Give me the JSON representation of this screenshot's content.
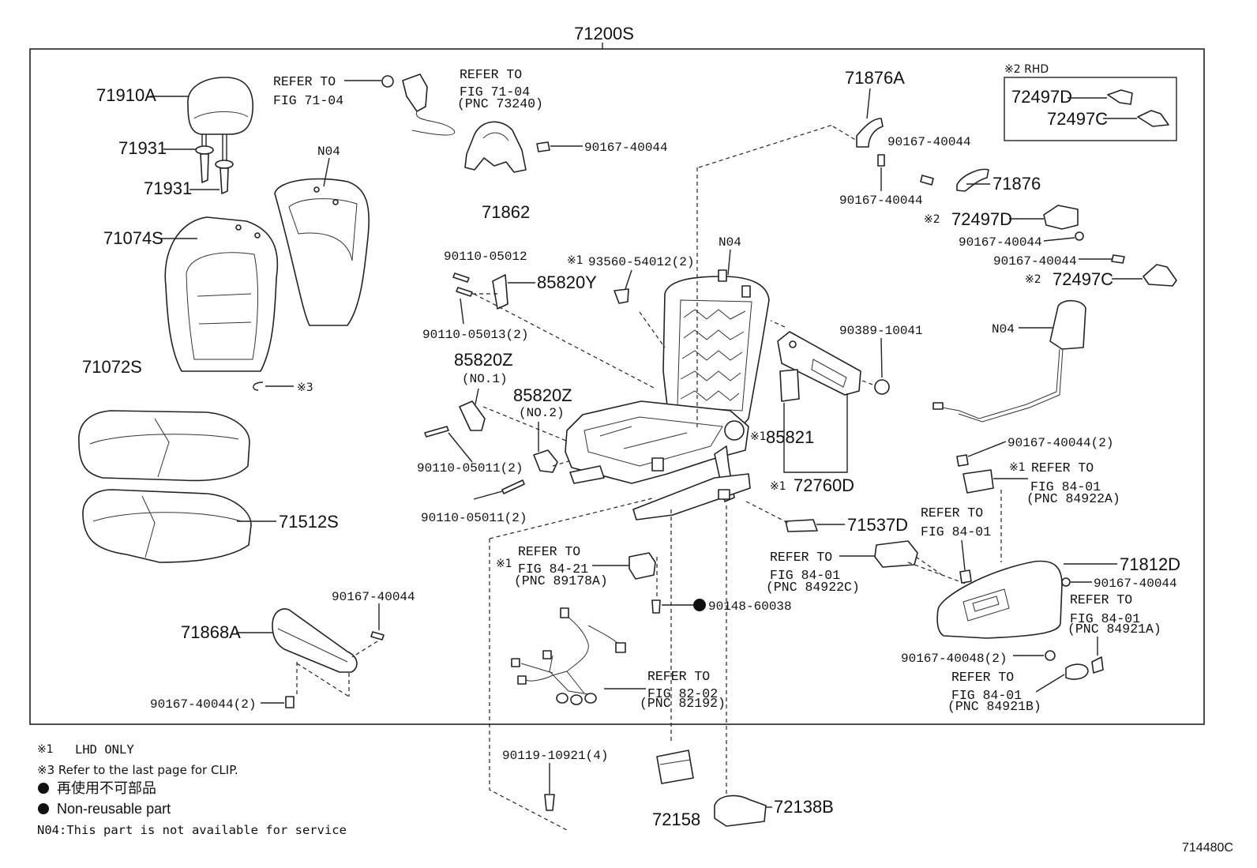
{
  "assembly": {
    "number": "71200S"
  },
  "figure_code": "714480C",
  "seat_back": {
    "headrest": "71910A",
    "headrest_support_1": "71931",
    "headrest_support_2": "71931",
    "pad_note": "N04",
    "cover": "71074S"
  },
  "seat_cushion": {
    "cover": "71072S",
    "clip_mark": "※3",
    "pad": "71512S"
  },
  "inner_shield": {
    "bolt_top": "90167-40044",
    "shield": "71868A",
    "bolt_bottom": "90167-40044(2)"
  },
  "seat_belt": {
    "ref_left": {
      "line1": "REFER TO",
      "line2": "FIG 71-04"
    },
    "ref_right": {
      "line1": "REFER TO",
      "line2": "FIG 71-04",
      "line3": "(PNC 73240)"
    },
    "bolt": "90167-40044",
    "guide": "71862"
  },
  "switches": {
    "screw_top": "90110-05012",
    "switch_y": "85820Y",
    "screw_mid": "90110-05013(2)",
    "switch_z1": "85820Z",
    "switch_z1_note": "(NO.1)",
    "switch_z2": "85820Z",
    "switch_z2_note": "(NO.2)",
    "screw_z1": "90110-05011(2)",
    "screw_z2": "90110-05011(2)"
  },
  "frame": {
    "clip_mark": "※1",
    "clip": "93560-54012(2)",
    "note": "N04",
    "cap": "90389-10041",
    "sensor_mark": "※1",
    "sensor": "85821",
    "bracket_mark": "※1",
    "bracket": "72760D",
    "label": "71537D"
  },
  "lower": {
    "ref_89178A": {
      "mark": "※1",
      "line1": "REFER TO",
      "line2": "FIG 84-21",
      "line3": "(PNC 89178A)"
    },
    "bolt_nonreusable": "90148-60038",
    "ref_82192": {
      "line1": "REFER TO",
      "line2": "FIG 82-02",
      "line3": "(PNC 82192)"
    },
    "ref_84922C": {
      "line1": "REFER TO",
      "line2": "FIG 84-01",
      "line3": "(PNC 84922C)"
    },
    "screw": "90119-10921(4)",
    "cover_inner": "72158",
    "cover_outer": "72138B"
  },
  "recliner": {
    "cover_a": "71876A",
    "bolt_a1": "90167-40044",
    "bolt_a2": "90167-40044",
    "cover_b": "71876",
    "rhd_mark_d": "※2",
    "cover_d": "72497D",
    "bolt_d": "90167-40044",
    "bolt_c": "90167-40044",
    "rhd_mark_c": "※2",
    "cover_c": "72497C"
  },
  "rhd_box": {
    "title": "※2 RHD",
    "part_d": "72497D",
    "part_c": "72497C"
  },
  "side": {
    "airbag_note": "N04",
    "bolt_switch": "90167-40044(2)",
    "ref_84922A": {
      "mark": "※1",
      "line1": "REFER TO",
      "line2": "FIG 84-01",
      "line3": "(PNC 84922A)"
    },
    "ref_84_01": {
      "line1": "REFER TO",
      "line2": "FIG 84-01"
    },
    "cover": "71812D",
    "bolt_cover": "90167-40044",
    "ref_84921A": {
      "line1": "REFER TO",
      "line2": "FIG 84-01",
      "line3": "(PNC 84921A)"
    },
    "bolt_knob": "90167-40048(2)",
    "ref_84921B": {
      "line1": "REFER TO",
      "line2": "FIG 84-01",
      "line3": "(PNC 84921B)"
    }
  },
  "legend": {
    "lhd_mark": "※1",
    "lhd_text": "LHD ONLY",
    "clip_note": "※3 Refer to the last page for CLIP.",
    "non_reusable_jp": "再使用不可部品",
    "non_reusable_en": "Non-reusable part",
    "n04_note": "N04:This part is not available for service"
  }
}
